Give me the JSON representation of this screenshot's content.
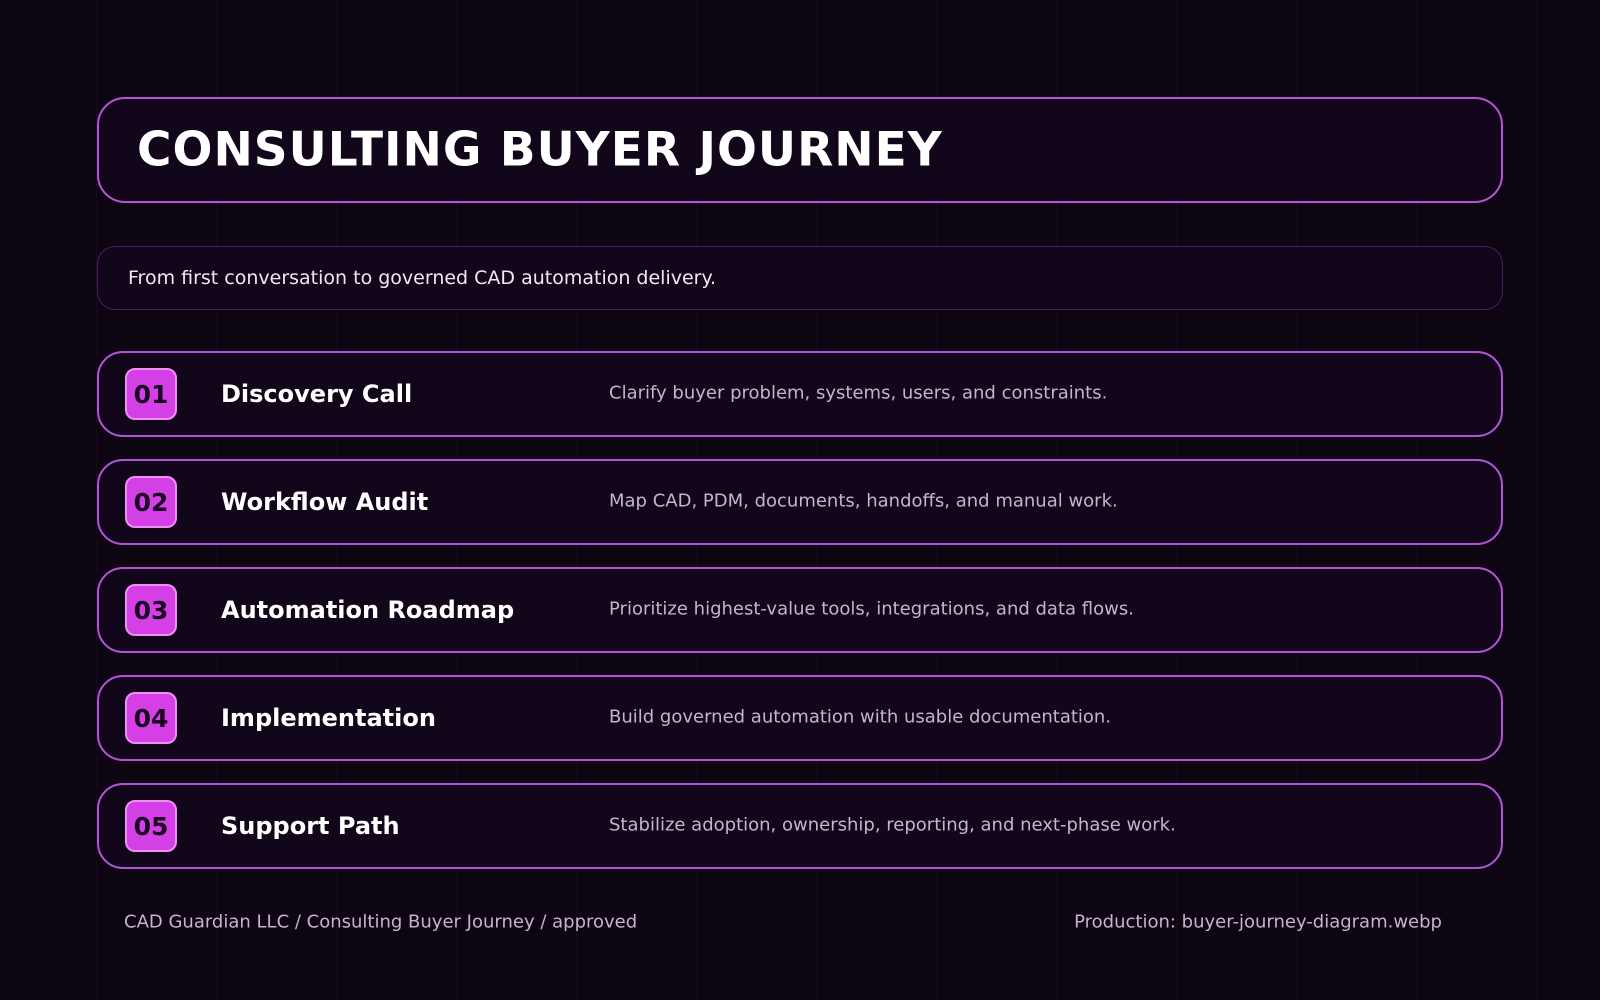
{
  "header": {
    "title": "CONSULTING BUYER JOURNEY",
    "subtitle": "From first conversation to governed CAD automation delivery."
  },
  "steps": [
    {
      "number": "01",
      "title": "Discovery Call",
      "description": "Clarify buyer problem, systems, users, and constraints."
    },
    {
      "number": "02",
      "title": "Workflow Audit",
      "description": "Map CAD, PDM, documents, handoffs, and manual work."
    },
    {
      "number": "03",
      "title": "Automation Roadmap",
      "description": "Prioritize highest-value tools, integrations, and data flows."
    },
    {
      "number": "04",
      "title": "Implementation",
      "description": "Build governed automation with usable documentation."
    },
    {
      "number": "05",
      "title": "Support Path",
      "description": "Stabilize adoption, ownership, reporting, and next-phase work."
    }
  ],
  "footer": {
    "left": "CAD Guardian LLC / Consulting Buyer Journey / approved",
    "right": "Production: buyer-journey-diagram.webp"
  },
  "colors": {
    "background": "#0d0512",
    "accent": "#b653d8",
    "badge": "#d440e6"
  }
}
